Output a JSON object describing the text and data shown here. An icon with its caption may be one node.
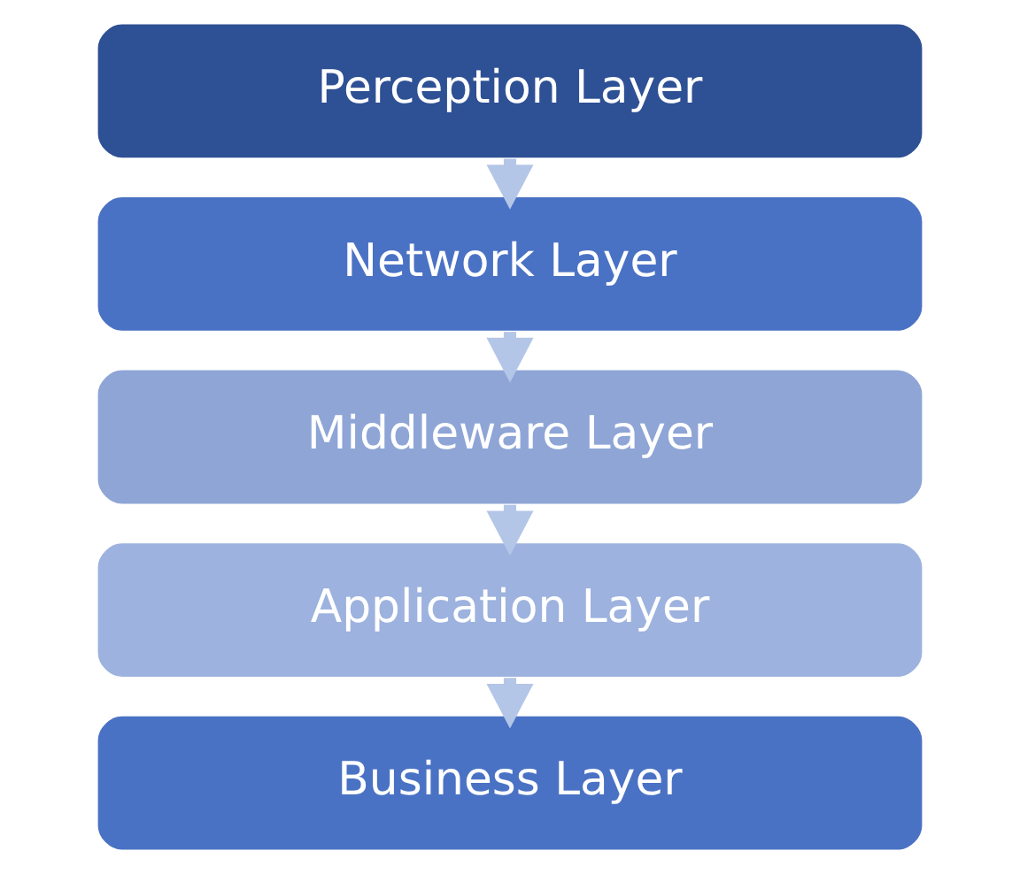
{
  "diagram": {
    "nodes": [
      {
        "text": [
          "Perception Layer"
        ]
      },
      {
        "text": [
          "Network Layer"
        ]
      },
      {
        "text": [
          "Middleware Layer"
        ]
      },
      {
        "text": [
          "Application Layer"
        ]
      },
      {
        "text": [
          "Business Layer"
        ]
      }
    ],
    "edges": [
      {
        "from": 0,
        "to": 1,
        "arrow": "to"
      },
      {
        "from": 1,
        "to": 2,
        "arrow": "to"
      },
      {
        "from": 2,
        "to": 3,
        "arrow": "to"
      },
      {
        "from": 3,
        "to": 4,
        "arrow": "to"
      }
    ]
  }
}
